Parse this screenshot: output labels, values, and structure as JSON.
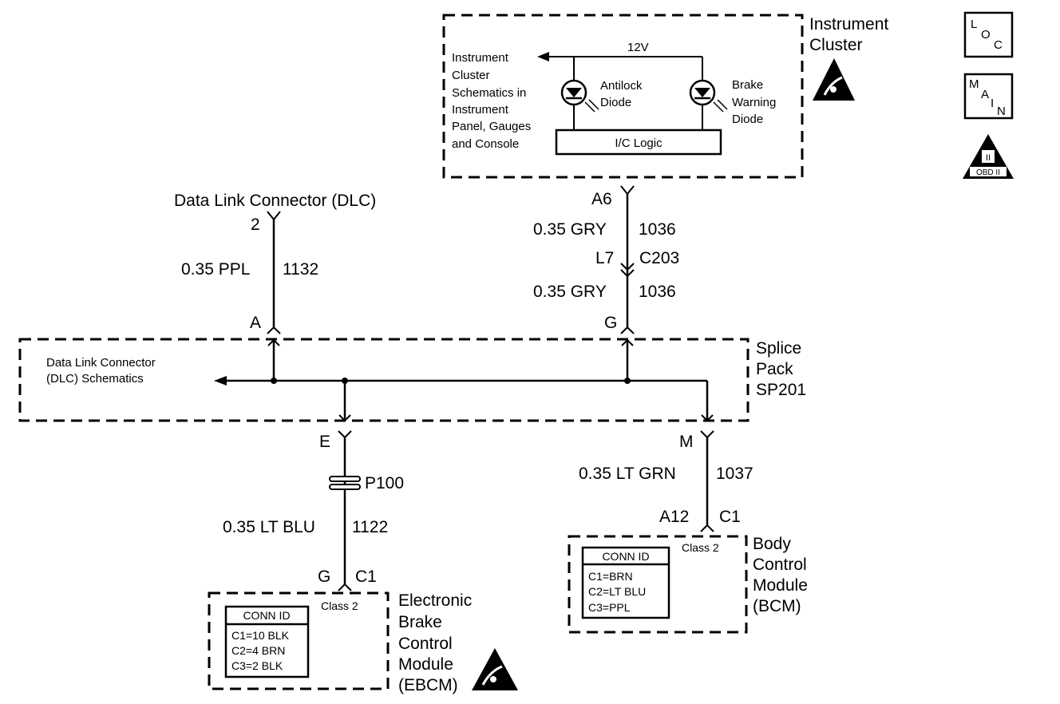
{
  "instrument_cluster": {
    "title_line1": "Instrument",
    "title_line2": "Cluster",
    "voltage": "12V",
    "schematics_ref": [
      "Instrument",
      "Cluster",
      "Schematics in",
      "Instrument",
      "Panel, Gauges",
      "and Console"
    ],
    "antilock_diode": [
      "Antilock",
      "Diode"
    ],
    "brake_diode": [
      "Brake",
      "Warning",
      "Diode"
    ],
    "logic_label": "I/C Logic"
  },
  "legend_icons": {
    "loc": {
      "l1": "L",
      "l2": "O",
      "l3": "C"
    },
    "main": {
      "l1": "M",
      "l2": "A",
      "l3": "I",
      "l4": "N"
    },
    "obd": {
      "top": "II",
      "bottom": "OBD II"
    }
  },
  "dlc": {
    "title": "Data Link Connector (DLC)",
    "pin": "2",
    "wire_color": "0.35 PPL",
    "circuit": "1132",
    "splice_pin": "A"
  },
  "cluster_wire": {
    "pin": "A6",
    "wire_color_1": "0.35 GRY",
    "circuit_1": "1036",
    "conn_pin": "L7",
    "connector": "C203",
    "wire_color_2": "0.35 GRY",
    "circuit_2": "1036",
    "splice_pin": "G"
  },
  "splice_pack": {
    "title": [
      "Splice",
      "Pack",
      "SP201"
    ],
    "dlc_ref": [
      "Data Link Connector",
      "(DLC) Schematics"
    ]
  },
  "ebcm_wire": {
    "splice_pin": "E",
    "connector": "P100",
    "wire_color": "0.35 LT BLU",
    "circuit": "1122",
    "pin": "G",
    "conn": "C1",
    "class_label": "Class 2"
  },
  "bcm_wire": {
    "splice_pin": "M",
    "wire_color": "0.35 LT GRN",
    "circuit": "1037",
    "pin": "A12",
    "conn": "C1",
    "class_label": "Class 2"
  },
  "ebcm": {
    "title": [
      "Electronic",
      "Brake",
      "Control",
      "Module",
      "(EBCM)"
    ],
    "conn_header": "CONN ID",
    "conn_rows": [
      "C1=10 BLK",
      "C2=4 BRN",
      "C3=2 BLK"
    ]
  },
  "bcm": {
    "title": [
      "Body",
      "Control",
      "Module",
      "(BCM)"
    ],
    "conn_header": "CONN ID",
    "conn_rows": [
      "C1=BRN",
      "C2=LT BLU",
      "C3=PPL"
    ]
  }
}
